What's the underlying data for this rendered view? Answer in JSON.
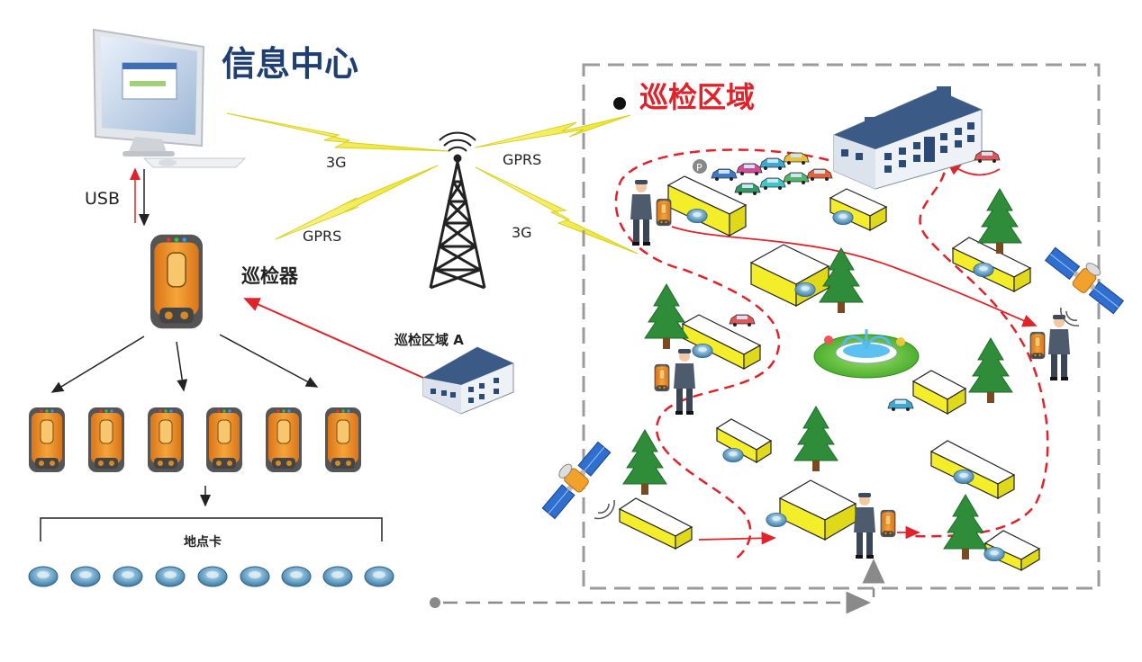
{
  "labels": {
    "info_center": "信息中心",
    "patrol_area": "巡检区域",
    "usb": "USB",
    "patroller": "巡检器",
    "patrol_area_a": "巡检区域 A",
    "location_card": "地点卡",
    "link_3g_top": "3G",
    "link_gprs_top": "GPRS",
    "link_gprs_bottom": "GPRS",
    "link_3g_bottom": "3G"
  },
  "colors": {
    "title_blue": "#1f3f73",
    "accent_red": "#e0232a",
    "device_orange": "#f0901e",
    "signal_yellow": "#f2ee22",
    "building_yellow": "#f4ee2a",
    "border_gray": "#9b9b9b"
  },
  "icons": [
    "monitor-icon",
    "tower-icon",
    "patrol-device-icon",
    "building-icon",
    "tree-icon",
    "guard-icon",
    "satellite-icon",
    "car-icon",
    "fountain-icon",
    "tag-icon"
  ]
}
